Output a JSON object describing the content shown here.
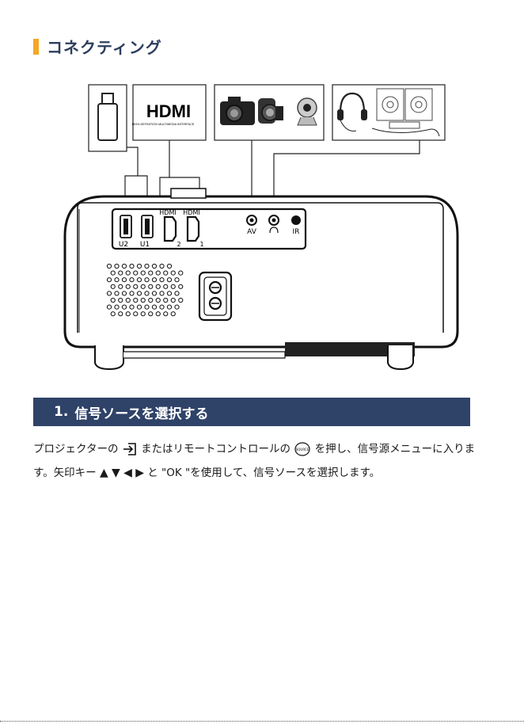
{
  "heading": {
    "title": "コネクティング"
  },
  "diagram": {
    "hdmi_logo_text": "HDMI",
    "hdmi_logo_sub": "HIGH-DEFINITION MULTIMEDIA INTERFACE",
    "port_hdmi2_top": "HDMI",
    "port_hdmi1_top": "HDMI",
    "port_u2": "U2",
    "port_u1": "U1",
    "port_hdmi2_num": "2",
    "port_hdmi1_num": "1",
    "port_av": "AV",
    "port_ir": "IR"
  },
  "section": {
    "number": "1.",
    "title": "信号ソースを選択する"
  },
  "paragraph": {
    "part1": "プロジェクターの",
    "part2": "またはリモートコントロールの",
    "source_label": "SOURCE",
    "part3": "を押し、信号源メニューに入りま",
    "part4": "す。矢印キー",
    "part5": "と \"OK \"を使用して、信号ソースを選択します。"
  },
  "colors": {
    "accent": "#f5a623",
    "band": "#2f4268",
    "heading": "#2c3e5e"
  },
  "icons": [
    "usb-stick-icon",
    "hdmi-logo",
    "camera-icon",
    "headphones-icon",
    "input-source-icon",
    "source-button-icon",
    "arrow-up-icon",
    "arrow-down-icon",
    "arrow-left-icon",
    "arrow-right-icon"
  ]
}
